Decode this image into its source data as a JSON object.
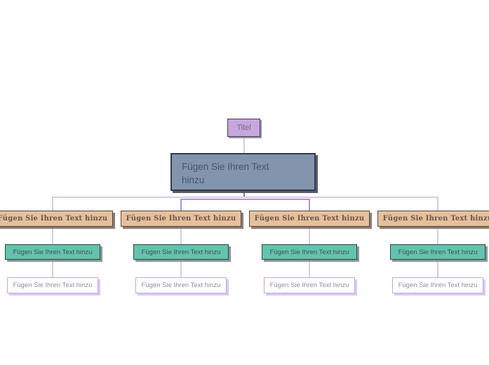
{
  "diagram": {
    "type": "org-chart-mind-map",
    "root": {
      "label": "Titel"
    },
    "main": {
      "label": "Fügen Sie Ihren Text hinzu"
    },
    "branches": [
      {
        "level1": "Fügen Sie Ihren Text hinzu",
        "level2": "Fügen Sie Ihren Text hinzu",
        "level3": "Fügen Sie Ihren Text hinzu"
      },
      {
        "level1": "Fügen Sie Ihren Text hinzu",
        "level2": "Fügen Sie Ihren Text hinzu",
        "level3": "Fügen Sie Ihren Text hinzu"
      },
      {
        "level1": "Fügen Sie Ihren Text hinzu",
        "level2": "Fügen Sie Ihren Text hinzu",
        "level3": "Fügen Sie Ihren Text hinzu"
      },
      {
        "level1": "Fügen Sie Ihren Text hinzu",
        "level2": "Fügen Sie Ihren Text hinzu",
        "level3": "Fügen Sie Ihren Text hinzu"
      }
    ]
  },
  "colors": {
    "canvas_bg": "#ffffff",
    "root_fill": "#c7a6de",
    "root_border": "#4b3b57",
    "root_text": "#74707c",
    "main_fill": "#8295ad",
    "main_border": "#2f3a52",
    "main_text": "#47546e",
    "branch_fill": "#e5c09b",
    "branch_border": "#594540",
    "branch_text": "#6a544e",
    "sub_fill": "#63c3ad",
    "sub_border": "#2f4744",
    "sub_text": "#3f504d",
    "leaf_fill": "#ffffff",
    "leaf_border": "#c5a3e0",
    "leaf_text": "#8f8f99",
    "connector_light": "#d8c9ec",
    "connector_medium": "#b193d6",
    "connector_dark": "#8a68b8",
    "shadow_dark": "#565c68",
    "shadow_gray": "#9a94a0",
    "shadow_brown": "#8a7e76",
    "shadow_teal": "#8d9896",
    "shadow_light": "#dcc9f0"
  }
}
